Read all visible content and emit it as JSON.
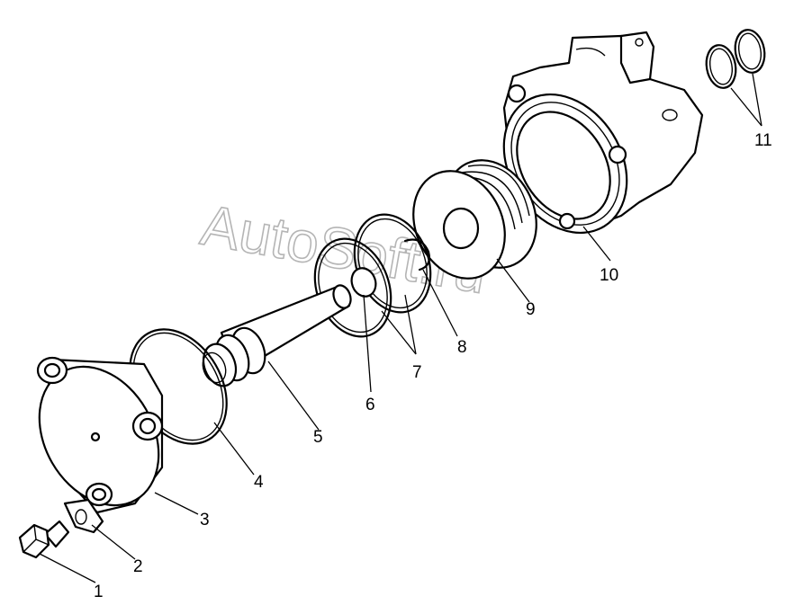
{
  "watermark": "AutoSoft.ru",
  "callouts": [
    {
      "id": 1,
      "label": "1"
    },
    {
      "id": 2,
      "label": "2"
    },
    {
      "id": 3,
      "label": "3"
    },
    {
      "id": 4,
      "label": "4"
    },
    {
      "id": 5,
      "label": "5"
    },
    {
      "id": 6,
      "label": "6"
    },
    {
      "id": 7,
      "label": "7"
    },
    {
      "id": 8,
      "label": "8"
    },
    {
      "id": 9,
      "label": "9"
    },
    {
      "id": 10,
      "label": "10"
    },
    {
      "id": 11,
      "label": "11"
    }
  ],
  "colors": {
    "line": "#000000",
    "background": "#ffffff",
    "watermark": "#b5b5b5"
  }
}
